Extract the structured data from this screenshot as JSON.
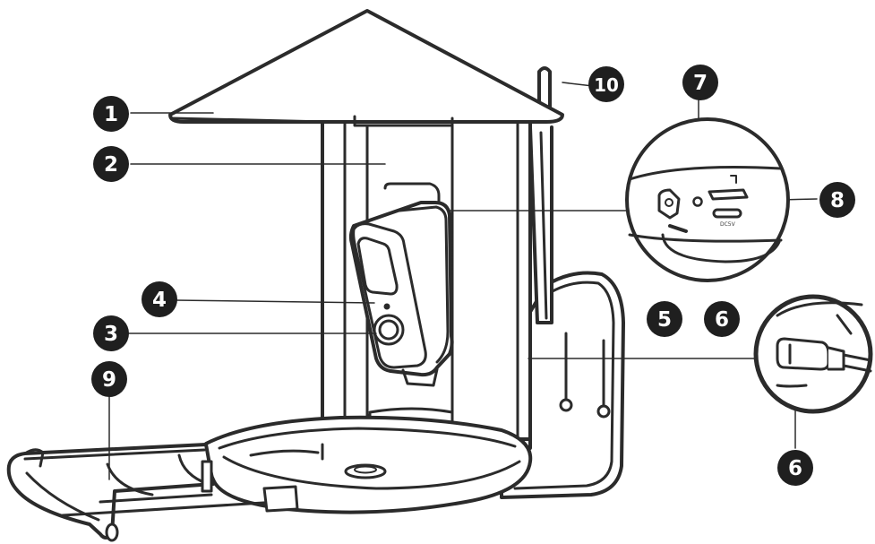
{
  "diagram": {
    "colors": {
      "stroke": "#2b2b2b",
      "fill": "#ffffff",
      "callout_fill": "#1f1f1f",
      "callout_text": "#ffffff"
    },
    "port_label": "DC5V",
    "callouts": [
      {
        "id": "1",
        "label": "1"
      },
      {
        "id": "2",
        "label": "2"
      },
      {
        "id": "3",
        "label": "3"
      },
      {
        "id": "4",
        "label": "4"
      },
      {
        "id": "5",
        "label": "5"
      },
      {
        "id": "6a",
        "label": "6"
      },
      {
        "id": "6b",
        "label": "6"
      },
      {
        "id": "7",
        "label": "7"
      },
      {
        "id": "8",
        "label": "8"
      },
      {
        "id": "9",
        "label": "9"
      },
      {
        "id": "10",
        "label": "10"
      }
    ]
  }
}
